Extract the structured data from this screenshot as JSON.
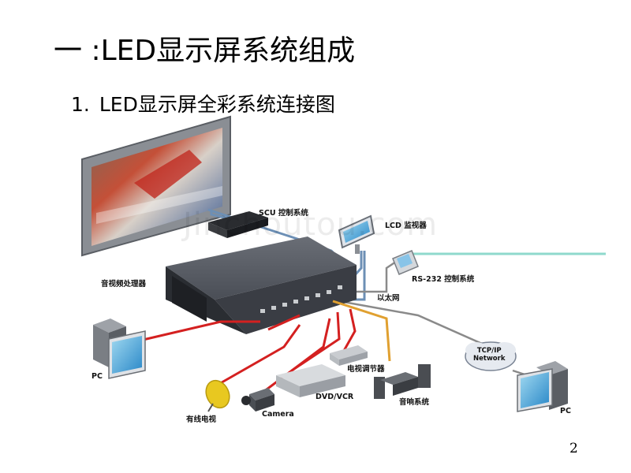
{
  "slide": {
    "title": "一 :LED显示屏系统组成",
    "subtitle_number": "1.",
    "subtitle": "LED显示屏全彩系统连接图",
    "page_number": "2",
    "watermark": "Jinchoutou.com"
  },
  "diagram_labels": {
    "scu": "SCU 控制系统",
    "lcd": "LCD 监视器",
    "rs232": "RS-232 控制系统",
    "ethernet": "以太网",
    "processor": "音视频处理器",
    "tcpip": "TCP/IP\nNetwork",
    "pc_left": "PC",
    "pc_right": "PC",
    "tv_tuner": "电视调节器",
    "dvd": "DVD/VCR",
    "camera": "Camera",
    "cable_tv": "有线电视",
    "audio": "音响系统"
  },
  "colors": {
    "red_cable": "#d42020",
    "blue_cable": "#6c8fb5",
    "orange_cable": "#e0a030",
    "gray_cable": "#8a8a8a",
    "teal_line": "#8fd9cc"
  }
}
